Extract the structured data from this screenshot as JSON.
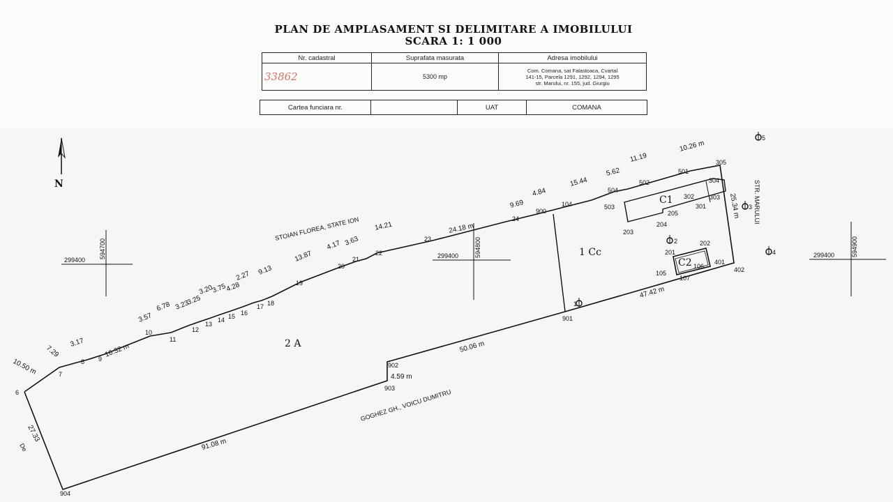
{
  "title": {
    "line1": "PLAN DE AMPLASAMENT SI DELIMITARE A IMOBILULUI",
    "line2": "SCARA 1: 1 000"
  },
  "info_table": {
    "headers": [
      "Nr. cadastral",
      "Suprafata masurata",
      "Adresa imobilului"
    ],
    "cadastral_number": "33862",
    "surface": "5300 mp",
    "address_lines": [
      "Com. Comana, sat Falastoaca, Cvartal",
      "141-15, Parcela 1291, 1292, 1294, 1295",
      "str. Marului, nr. 155, jud. Giurgiu"
    ]
  },
  "cf_table": {
    "label": "Cartea funciara nr.",
    "value": "",
    "uat_label": "UAT",
    "uat_value": "COMANA"
  },
  "north": "N",
  "neighbors": {
    "north": "STOIAN FLOREA, STATE ION",
    "south": "GOGHEZ GH., VOICU DUMITRU",
    "east": "STR. MARULUI",
    "west": "De"
  },
  "parcels": {
    "p1": "1 Cc",
    "p2": "2 A"
  },
  "buildings": {
    "c1": "C1",
    "c2": "C2"
  },
  "grid": [
    {
      "x": "299400",
      "y": "594700"
    },
    {
      "x": "299400",
      "y": "594800"
    },
    {
      "x": "299400",
      "y": "594900"
    }
  ],
  "points": {
    "p6": "6",
    "p7": "7",
    "p8": "8",
    "p9": "9",
    "p10": "10",
    "p11": "11",
    "p12": "12",
    "p13": "13",
    "p14": "14",
    "p15": "15",
    "p16": "16",
    "p17": "17",
    "p18": "18",
    "p19": "19",
    "p20": "20",
    "p21": "21",
    "p22": "22",
    "p23": "23",
    "p24": "24",
    "p900": "900",
    "p104": "104",
    "p503": "503",
    "p504": "504",
    "p502": "502",
    "p501": "501",
    "p305": "305",
    "p304": "304",
    "p302": "302",
    "p303": "303",
    "p301": "301",
    "p205": "205",
    "p203": "203",
    "p204": "204",
    "p202": "202",
    "p201": "201",
    "p105": "105",
    "p106": "106",
    "p401": "401",
    "p107": "107",
    "p402": "402",
    "p901": "901",
    "p902": "902",
    "p903": "903",
    "p904": "904",
    "s1": "1",
    "s2": "2",
    "s3": "3",
    "s4": "4",
    "s5": "5"
  },
  "distances": {
    "d_6_7": "10.50 m",
    "d_7_8": "7.29",
    "d_8_9": "3.17",
    "d_9_10": "16.32 m",
    "d_10_11": "3.57",
    "d_11_12": "6.78",
    "d_12_13": "3.23",
    "d_13_14": "3.25",
    "d_14_15": "3.20",
    "d_15_16": "3.75",
    "d_16_17": "4.28",
    "d_17_18": "2.27",
    "d_18_19": "9.13",
    "d_19_20": "13.87",
    "d_20_21": "4.17",
    "d_21_22": "3.63",
    "d_22_23": "14.21",
    "d_23_24": "24.18 m",
    "d_24_900": "9.69",
    "d_900_104": "4.84",
    "d_104_503": "15.44",
    "d_503_504": "5.62",
    "d_504_502": "11.19",
    "d_502_305": "10.26 m",
    "d_305_402": "25.34 m",
    "d_402_901": "47.42 m",
    "d_901_902": "50.06 m",
    "d_902_903": "4.59 m",
    "d_903_904": "91.08 m",
    "d_904_6": "27.33"
  }
}
